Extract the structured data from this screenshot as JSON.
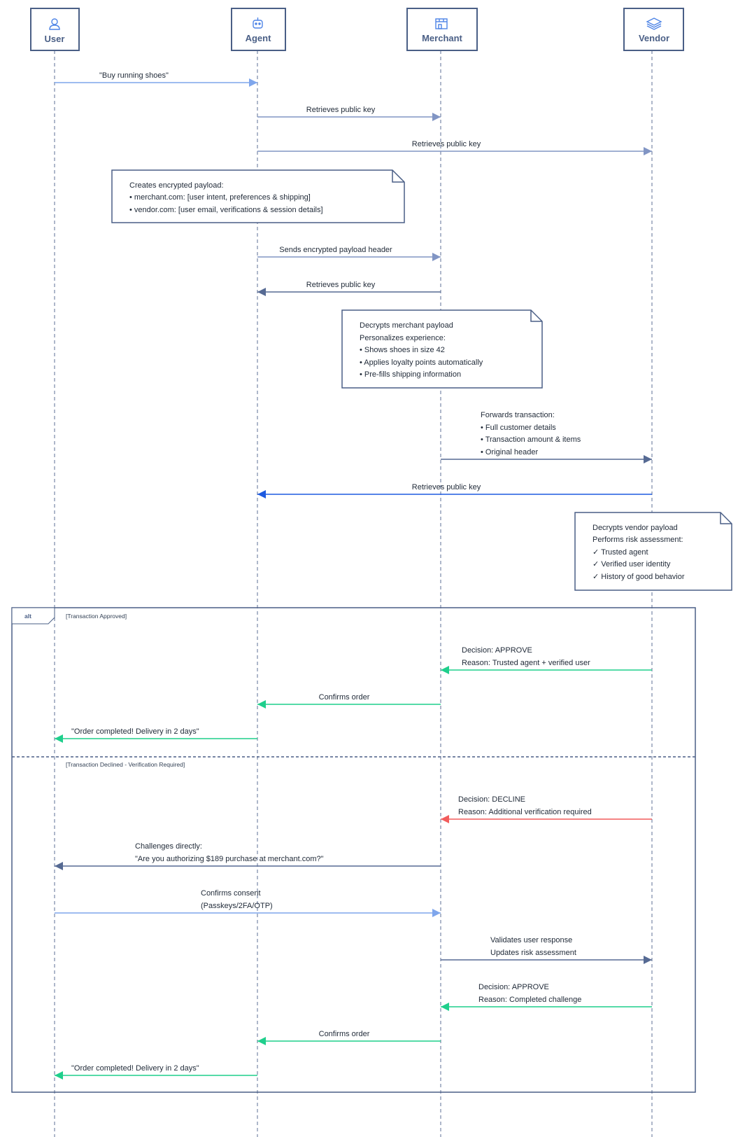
{
  "participants": [
    {
      "key": "user",
      "label": "User",
      "icon": "user-icon"
    },
    {
      "key": "agent",
      "label": "Agent",
      "icon": "agent-icon"
    },
    {
      "key": "merchant",
      "label": "Merchant",
      "icon": "store-icon"
    },
    {
      "key": "vendor",
      "label": "Vendor",
      "icon": "layers-icon"
    }
  ],
  "colors": {
    "light_blue": "#7fa6ec",
    "slate_blue": "#8195c4",
    "dark_slate": "#566a93",
    "bright_blue": "#1d5ae0",
    "green": "#1fcf8c",
    "red": "#f25c5c",
    "box": "#4a5f86"
  },
  "messages": [
    {
      "id": "m1",
      "from": "user",
      "to": "agent",
      "lines": [
        "\"Buy running shoes\""
      ],
      "color": "light_blue"
    },
    {
      "id": "m2",
      "from": "agent",
      "to": "merchant",
      "lines": [
        "Retrieves public key"
      ],
      "color": "slate_blue"
    },
    {
      "id": "m3",
      "from": "agent",
      "to": "vendor",
      "lines": [
        "Retrieves public key"
      ],
      "color": "slate_blue"
    },
    {
      "id": "m4",
      "from": "agent",
      "to": "merchant",
      "lines": [
        "Sends encrypted payload header"
      ],
      "color": "slate_blue"
    },
    {
      "id": "m5",
      "from": "merchant",
      "to": "agent",
      "lines": [
        "Retrieves public key"
      ],
      "color": "dark_slate"
    },
    {
      "id": "m6",
      "from": "merchant",
      "to": "vendor",
      "lines": [
        "Forwards transaction:",
        "• Full customer details",
        "• Transaction amount & items",
        "• Original header"
      ],
      "color": "dark_slate"
    },
    {
      "id": "m7",
      "from": "vendor",
      "to": "agent",
      "lines": [
        "Retrieves public key"
      ],
      "color": "bright_blue"
    },
    {
      "id": "m8",
      "from": "vendor",
      "to": "merchant",
      "lines": [
        "Decision: APPROVE",
        "Reason: Trusted agent + verified user"
      ],
      "color": "green"
    },
    {
      "id": "m9",
      "from": "merchant",
      "to": "agent",
      "lines": [
        "Confirms order"
      ],
      "color": "green"
    },
    {
      "id": "m10",
      "from": "agent",
      "to": "user",
      "lines": [
        "\"Order completed! Delivery in 2 days\""
      ],
      "color": "green"
    },
    {
      "id": "m11",
      "from": "vendor",
      "to": "merchant",
      "lines": [
        "Decision: DECLINE",
        "Reason: Additional verification required"
      ],
      "color": "red"
    },
    {
      "id": "m12",
      "from": "merchant",
      "to": "user",
      "lines": [
        "Challenges directly:",
        "\"Are you authorizing $189 purchase at merchant.com?\""
      ],
      "color": "dark_slate"
    },
    {
      "id": "m13",
      "from": "user",
      "to": "merchant",
      "lines": [
        "Confirms consent",
        "(Passkeys/2FA/OTP)"
      ],
      "color": "light_blue"
    },
    {
      "id": "m14",
      "from": "merchant",
      "to": "vendor",
      "lines": [
        "Validates user response",
        "Updates risk assessment"
      ],
      "color": "dark_slate"
    },
    {
      "id": "m15",
      "from": "vendor",
      "to": "merchant",
      "lines": [
        "Decision: APPROVE",
        "Reason: Completed challenge"
      ],
      "color": "green"
    },
    {
      "id": "m16",
      "from": "merchant",
      "to": "agent",
      "lines": [
        "Confirms order"
      ],
      "color": "green"
    },
    {
      "id": "m17",
      "from": "agent",
      "to": "user",
      "lines": [
        "\"Order completed! Delivery in 2 days\""
      ],
      "color": "green"
    }
  ],
  "notes": [
    {
      "id": "n1",
      "lines": [
        "Creates encrypted payload:",
        "• merchant.com: [user intent, preferences & shipping]",
        "• vendor.com: [user email, verifications & session details]"
      ]
    },
    {
      "id": "n2",
      "lines": [
        "Decrypts merchant payload",
        "Personalizes experience:",
        "• Shows shoes in size 42",
        "• Applies loyalty points automatically",
        "• Pre-fills shipping information"
      ]
    },
    {
      "id": "n3",
      "lines": [
        "Decrypts vendor payload",
        "Performs risk assessment:",
        "✓ Trusted agent",
        "✓ Verified user identity",
        "✓ History of good behavior"
      ]
    }
  ],
  "alt_fragment": {
    "tag": "alt",
    "conditions": [
      "[Transaction Approved]",
      "[Transaction Declined - Verification Required]"
    ]
  }
}
